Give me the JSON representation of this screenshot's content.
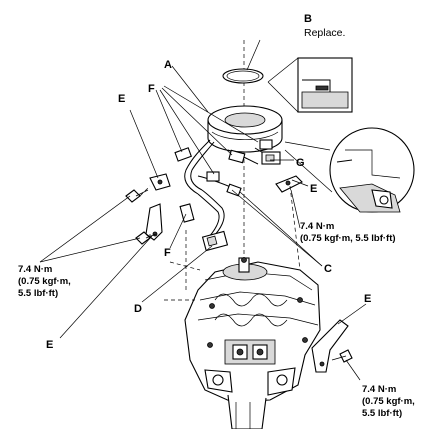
{
  "labels": {
    "a": "A",
    "b": "B",
    "b_note": "Replace.",
    "c": "C",
    "d": "D",
    "e1": "E",
    "e2": "E",
    "e3": "E",
    "e4": "E",
    "f1": "F",
    "f2": "F",
    "g": "G"
  },
  "torque_specs": {
    "t1": [
      "7.4 N·m",
      "(0.75 kgf·m, 5.5 lbf·ft)"
    ],
    "t2": [
      "7.4 N·m",
      "(0.75 kgf·m,",
      "5.5 lbf·ft)"
    ],
    "t3": [
      "7.4 N·m",
      "(0.75 kgf·m,",
      "5.5 lbf·ft)"
    ]
  }
}
